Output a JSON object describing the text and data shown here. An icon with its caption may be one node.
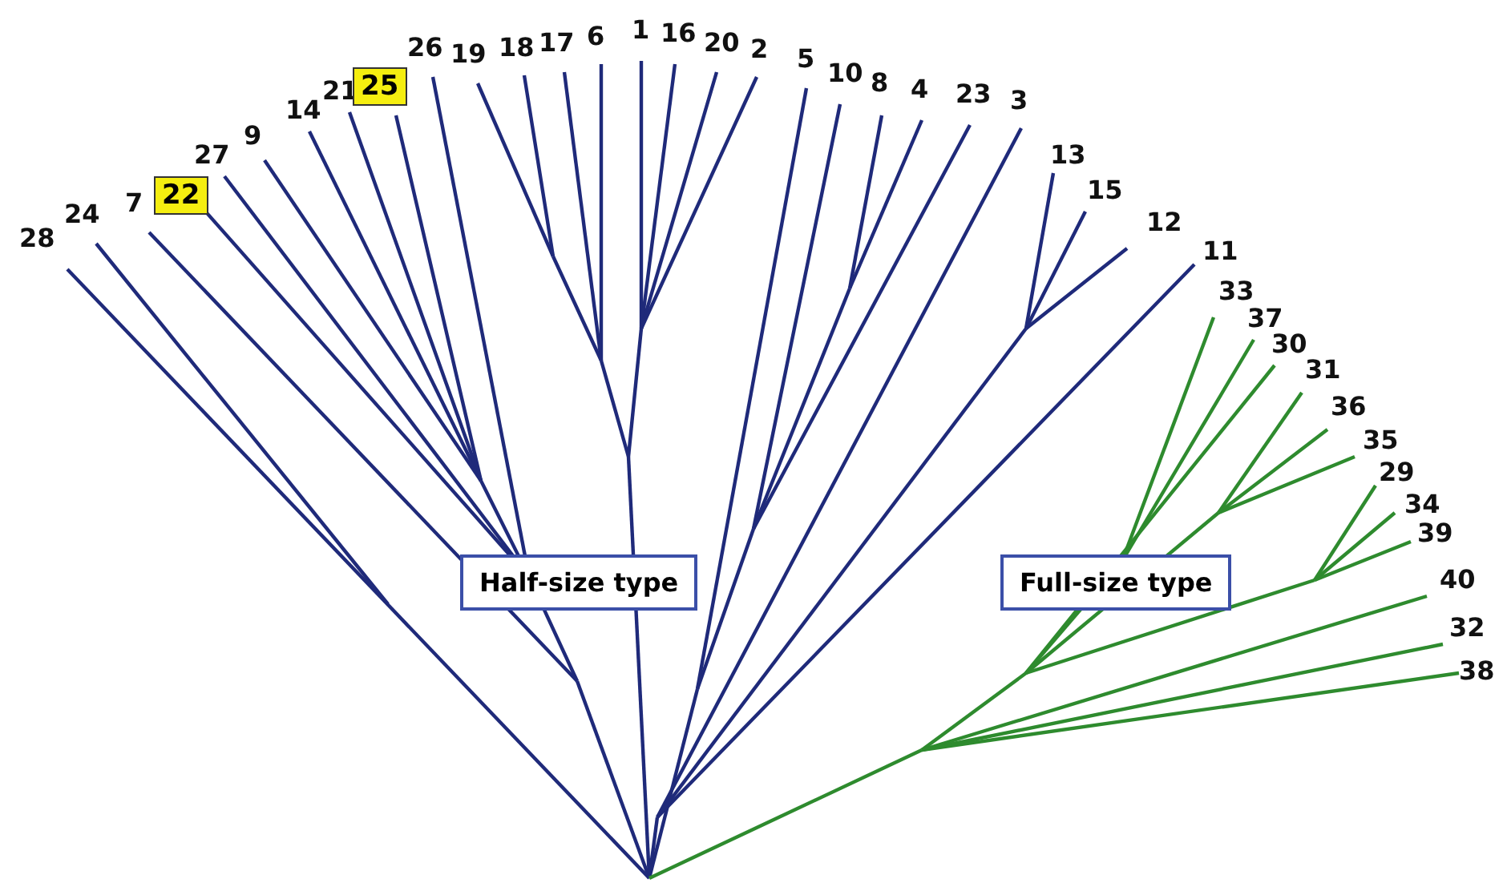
{
  "diagram": {
    "nodes": [
      {
        "text": [
          "22"
        ]
      },
      {
        "text": [
          "25"
        ]
      },
      {
        "text": [
          "Half-size type"
        ]
      },
      {
        "text": [
          "Full-size type"
        ]
      }
    ],
    "labels": [
      "28",
      "24",
      "7",
      "27",
      "9",
      "14",
      "21",
      "26",
      "19",
      "18",
      "17",
      "6",
      "1",
      "16",
      "20",
      "2",
      "5",
      "10",
      "8",
      "4",
      "23",
      "3",
      "13",
      "15",
      "12",
      "11",
      "33",
      "37",
      "30",
      "31",
      "36",
      "35",
      "29",
      "34",
      "39",
      "40",
      "32",
      "38"
    ]
  }
}
